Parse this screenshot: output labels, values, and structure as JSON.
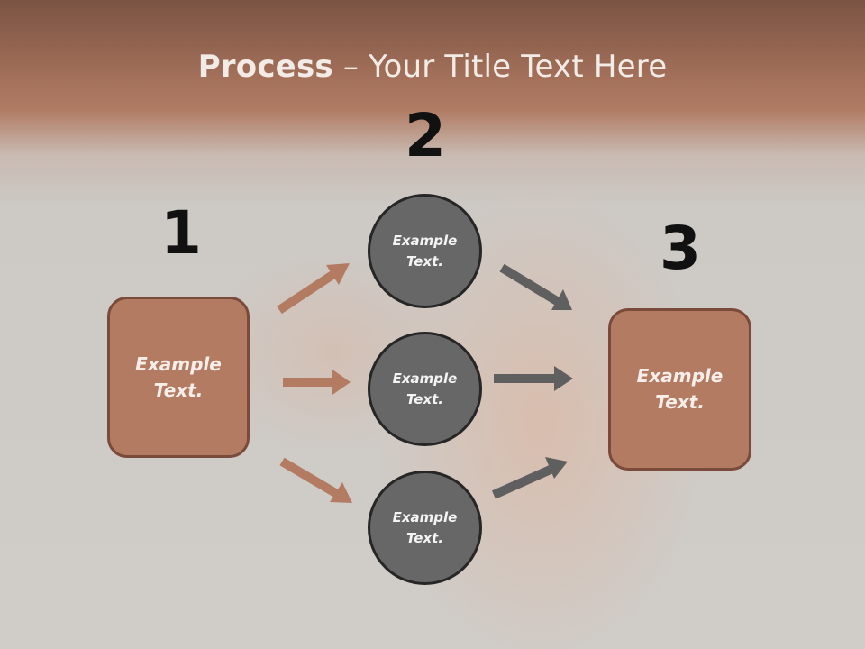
{
  "title": {
    "bold": "Process",
    "rest": " – Your Title Text Here"
  },
  "steps": {
    "step1_number": "1",
    "step2_number": "2",
    "step3_number": "3"
  },
  "left_box": {
    "label": "Example\nText."
  },
  "circles": [
    {
      "label": "Example\nText."
    },
    {
      "label": "Example\nText."
    },
    {
      "label": "Example\nText."
    }
  ],
  "right_box": {
    "label": "Example\nText."
  },
  "colors": {
    "box_fill": "#b47b63",
    "box_border": "#7a4a3a",
    "circle_fill": "#676767",
    "circle_border": "#262626",
    "arrow_left": "#b47b63",
    "arrow_right": "#5f5f5f"
  }
}
